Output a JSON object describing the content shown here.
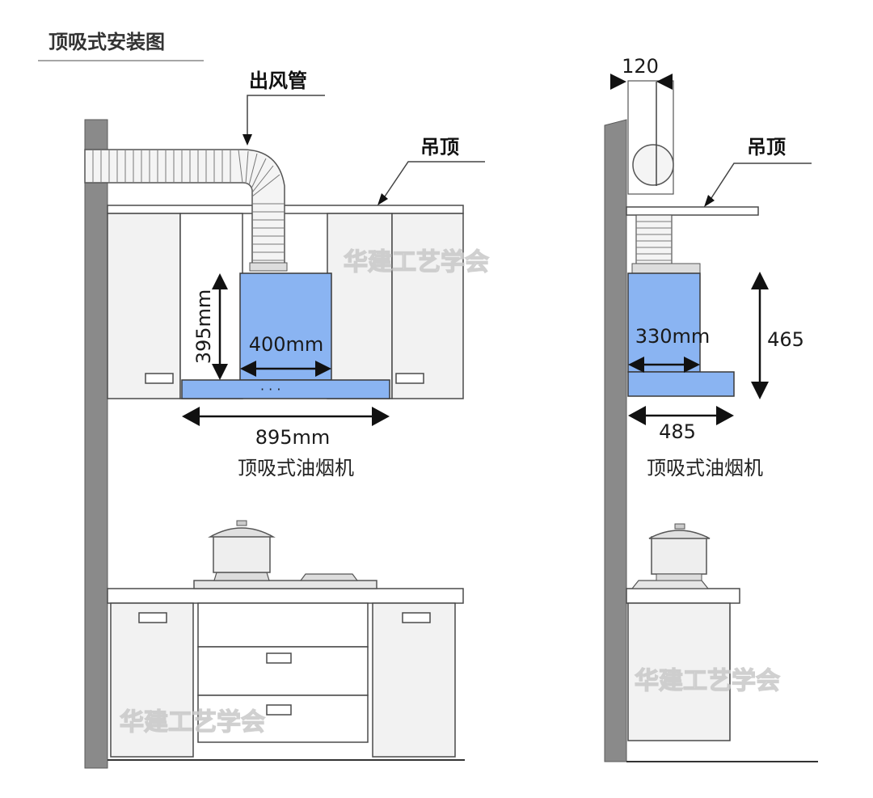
{
  "title": "顶吸式安装图",
  "left_view": {
    "duct_label": "出风管",
    "ceiling_label": "吊顶",
    "dim_chimney_height": "395mm",
    "dim_chimney_width": "400mm",
    "dim_hood_width": "895mm",
    "hood_dots": "· · ·",
    "caption": "顶吸式油烟机"
  },
  "right_view": {
    "dim_duct": "120",
    "ceiling_label": "吊顶",
    "dim_chimney_width": "330mm",
    "dim_height": "465",
    "dim_depth": "485",
    "caption": "顶吸式油烟机"
  },
  "watermarks": [
    "华建工艺学会",
    "华建工艺学会",
    "华建工艺学会"
  ],
  "colors": {
    "hood_blue": "#8ab4f2",
    "wall_gray": "#8a8a8a"
  }
}
